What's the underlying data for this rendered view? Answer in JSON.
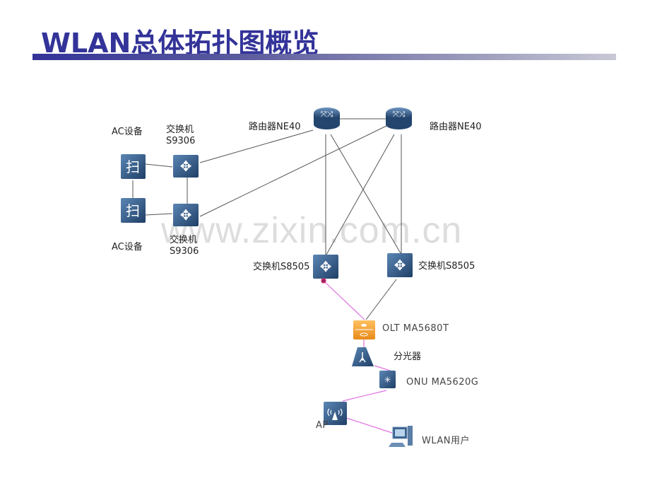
{
  "title": "WLAN总体拓扑图概览",
  "watermark": "www.zixin.com.cn",
  "colors": {
    "title": "#333399",
    "device_blue": "#2f5580",
    "olt_orange": "#f5a030",
    "fiber_link": "#e070e0",
    "link": "#555555"
  },
  "nodes": {
    "ac_top": {
      "label": "AC设备"
    },
    "ac_bottom": {
      "label": "AC设备"
    },
    "s9306_top": {
      "label_line1": "交换机",
      "label_line2": "S9306"
    },
    "s9306_bottom": {
      "label_line1": "交换机",
      "label_line2": "S9306"
    },
    "router_left": {
      "label": "路由器NE40"
    },
    "router_right": {
      "label": "路由器NE40"
    },
    "s8505_left": {
      "label": "交换机S8505"
    },
    "s8505_right": {
      "label": "交换机S8505"
    },
    "olt": {
      "label": "OLT MA5680T"
    },
    "splitter": {
      "label": "分光器"
    },
    "onu": {
      "label": "ONU MA5620G"
    },
    "ap": {
      "label": "AP"
    },
    "wlan_user": {
      "label": "WLAN用户"
    }
  }
}
